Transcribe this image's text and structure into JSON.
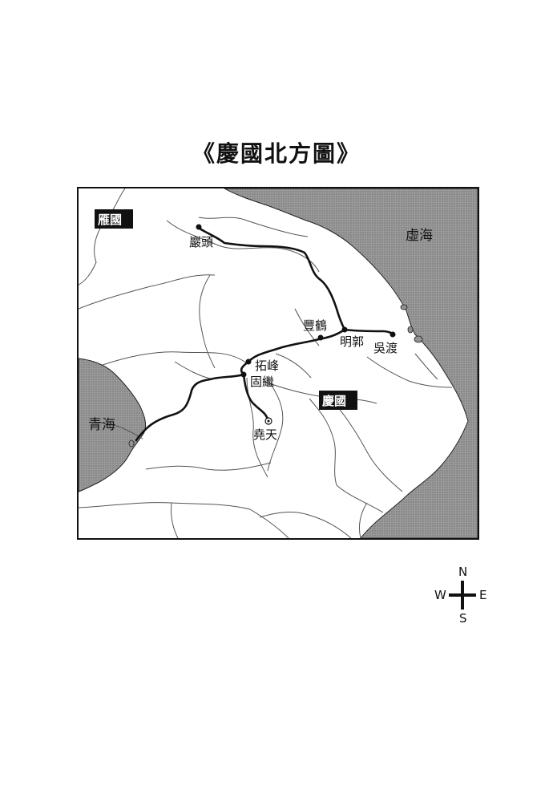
{
  "title": "《慶國北方圖》",
  "seas": {
    "north_east": "虛海",
    "west": "青海"
  },
  "countries": {
    "north_west": "雁國",
    "main": "慶國"
  },
  "cities": [
    "巖頭",
    "豐鶴",
    "明郭",
    "吳渡",
    "拓峰",
    "固繼",
    "堯天"
  ],
  "compass": {
    "north": "N",
    "south": "S",
    "east": "E",
    "west": "W"
  },
  "colors": {
    "sea": "#8c8c8c",
    "land": "#ffffff",
    "border_line": "#555555",
    "road": "#111111"
  }
}
